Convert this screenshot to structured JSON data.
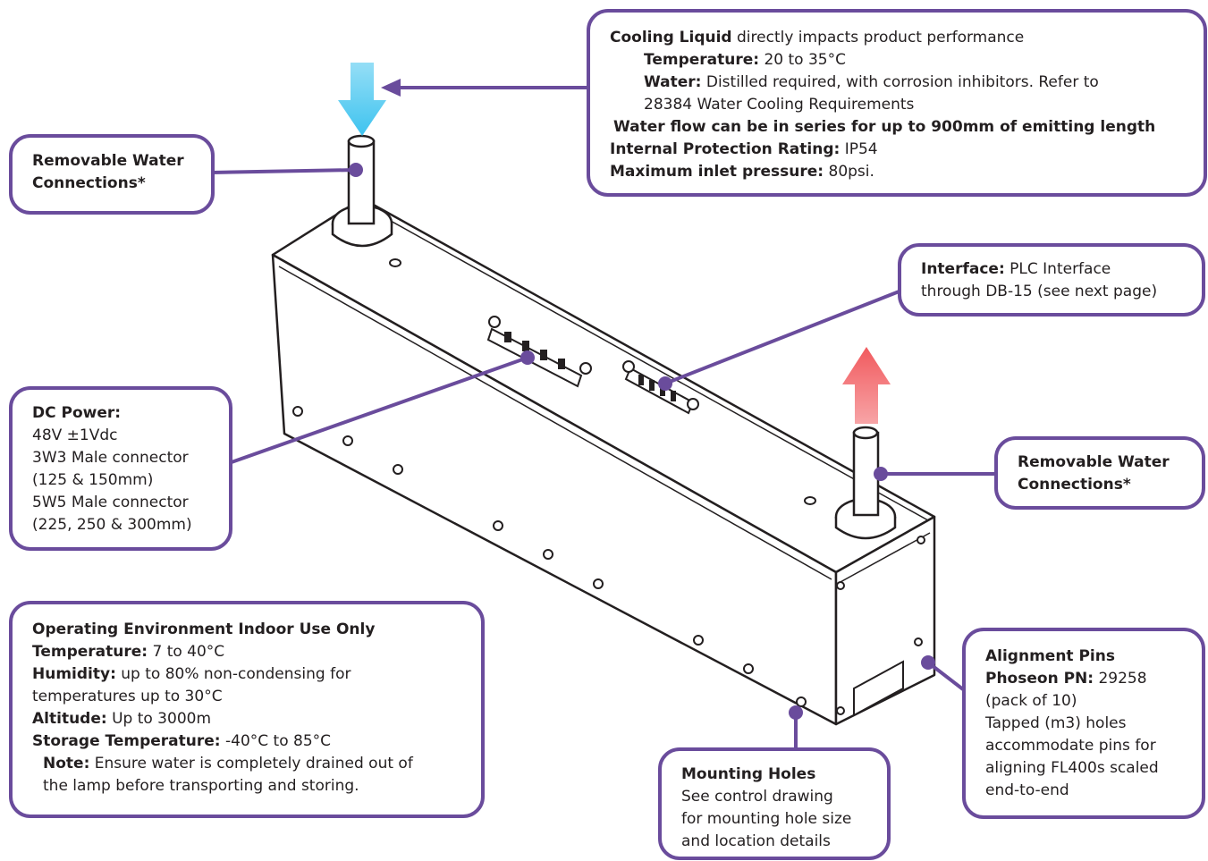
{
  "colors": {
    "accent_purple": "#6a4c9c",
    "inlet_arrow": "#3ec3ef",
    "outlet_arrow": "#f15a5e",
    "line_art": "#231f20"
  },
  "callouts": {
    "cooling": {
      "title_bold": "Cooling Liquid",
      "title_rest": " directly impacts product performance",
      "temp_label": "Temperature:",
      "temp_value": " 20 to 35°C",
      "water_label": "Water:",
      "water_value": " Distilled required, with corrosion inhibitors. Refer to",
      "water_value_2": "28384 Water Cooling Requirements",
      "series": "Water flow can be in series for up to 900mm of emitting length",
      "ip_label": "Internal Protection Rating:",
      "ip_value": " IP54",
      "pressure_label": "Maximum inlet pressure:",
      "pressure_value": " 80psi."
    },
    "water_left": {
      "line1": "Removable Water",
      "line2": "Connections*"
    },
    "water_right": {
      "line1": "Removable Water",
      "line2": "Connections*"
    },
    "interface": {
      "label": "Interface:",
      "value": " PLC Interface",
      "line2": "through DB-15 (see next page)"
    },
    "dc_power": {
      "title": "DC Power:",
      "lines": [
        "48V ±1Vdc",
        "3W3 Male connector",
        "(125 & 150mm)",
        "5W5 Male connector",
        "(225, 250 & 300mm)"
      ]
    },
    "environment": {
      "title": "Operating Environment Indoor Use Only",
      "temp_label": "Temperature:",
      "temp_value": " 7 to 40°C",
      "humidity_label": "Humidity:",
      "humidity_value": " up to 80% non-condensing for",
      "humidity_value_2": "temperatures up to 30°C",
      "altitude_label": "Altitude:",
      "altitude_value": " Up to 3000m",
      "storage_label": "Storage Temperature:",
      "storage_value": " -40°C to 85°C",
      "note_label": "Note:",
      "note_value": " Ensure water is completely drained out of",
      "note_value_2": "the lamp before transporting and storing."
    },
    "mounting": {
      "title": "Mounting Holes",
      "lines": [
        "See control drawing",
        "for mounting hole size",
        "and location details"
      ]
    },
    "alignment": {
      "title": "Alignment Pins",
      "pn_label": "Phoseon PN:",
      "pn_value": " 29258",
      "lines": [
        "(pack of 10)",
        "Tapped (m3) holes",
        "accommodate pins for",
        "aligning FL400s scaled",
        "end-to-end"
      ]
    }
  }
}
